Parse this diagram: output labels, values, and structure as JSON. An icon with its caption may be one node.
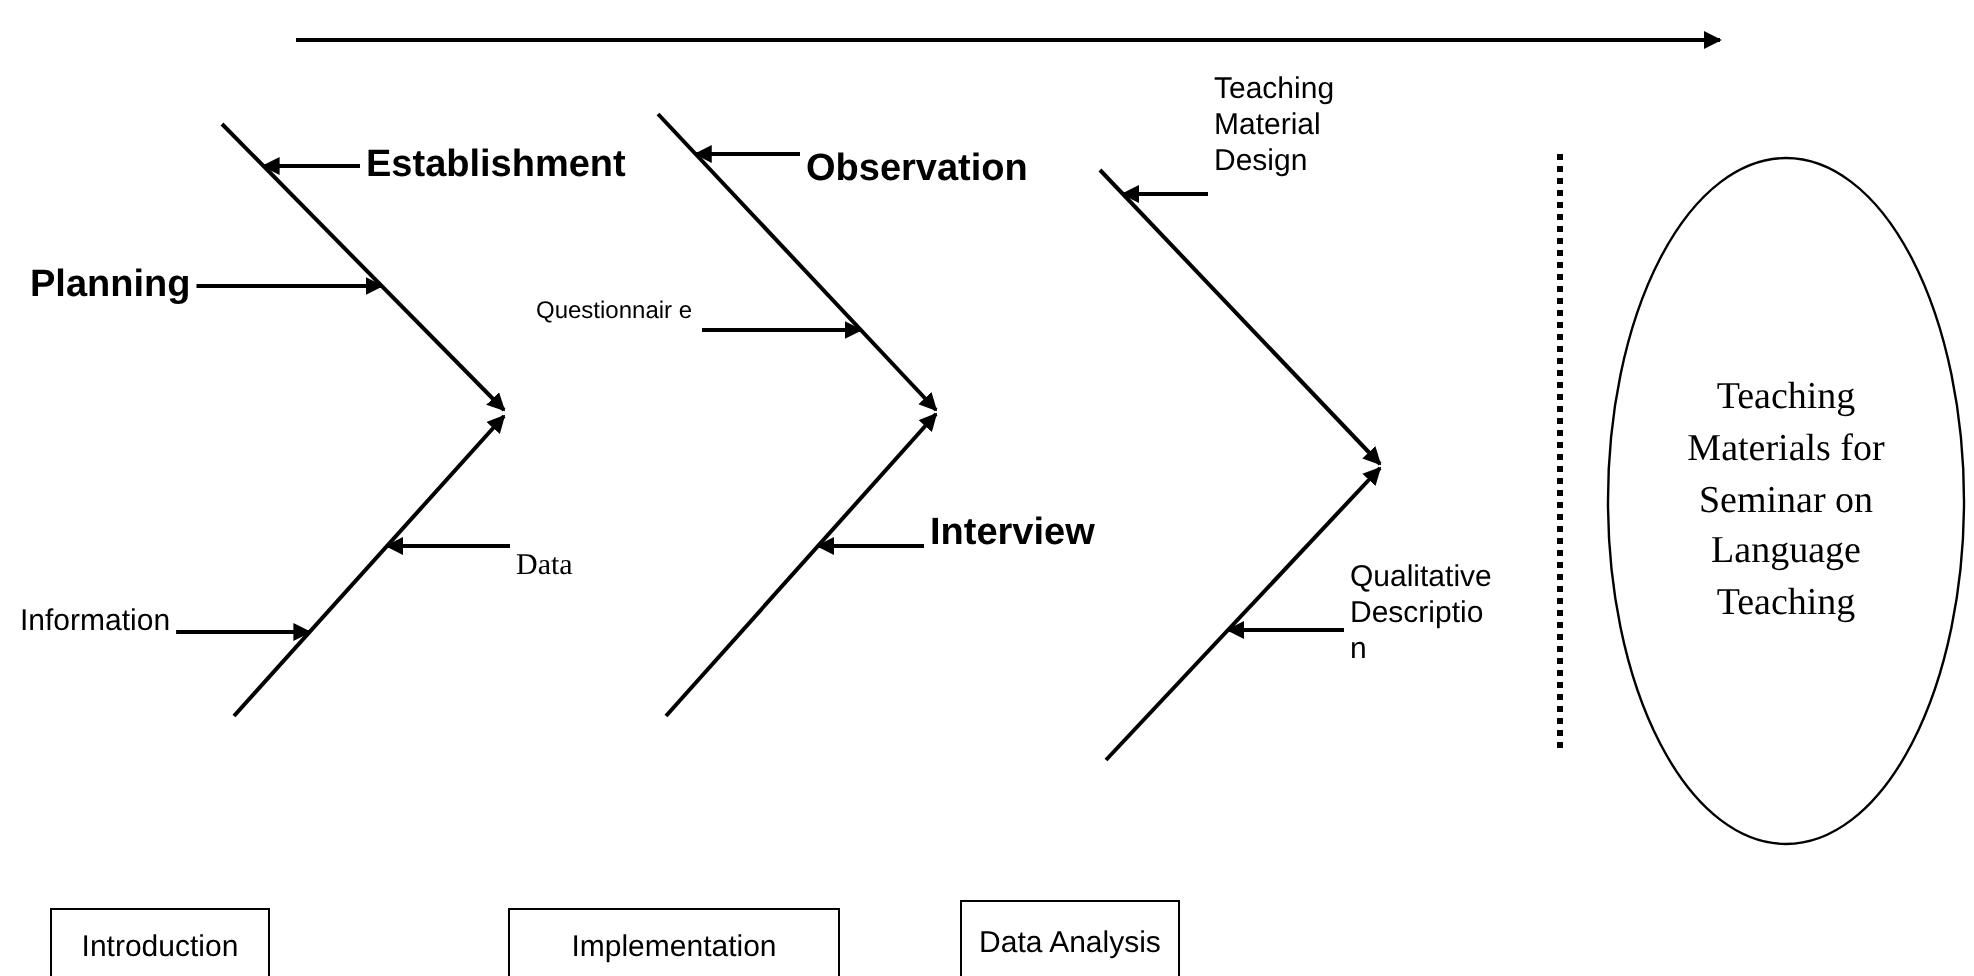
{
  "diagram": {
    "nodes": [
      {
        "text": [
          "Establishment"
        ]
      },
      {
        "text": [
          "Observation"
        ]
      },
      {
        "text": [
          "Teaching Material Design"
        ]
      },
      {
        "text": [
          "Planning"
        ]
      },
      {
        "text": [
          "Questionnair e"
        ]
      },
      {
        "text": [
          "Interview"
        ]
      },
      {
        "text": [
          "Data"
        ]
      },
      {
        "text": [
          "Information"
        ]
      },
      {
        "text": [
          "Qualitative Descriptio n"
        ]
      },
      {
        "text": [
          "Teaching Materials for Seminar on Language Teaching"
        ]
      },
      {
        "text": [
          "Introduction"
        ]
      },
      {
        "text": [
          "Implementation"
        ]
      },
      {
        "text": [
          "Data Analysis"
        ]
      },
      {
        "text": [],
        "shape": "arrow"
      },
      {
        "text": [],
        "shape": "arrow"
      },
      {
        "text": [],
        "shape": "arrow"
      },
      {
        "text": [],
        "shape": "arrow"
      },
      {
        "text": [],
        "shape": "arrow"
      },
      {
        "text": [],
        "shape": "arrow"
      }
    ],
    "edges": [
      {
        "from": 0,
        "to": 13,
        "arrow": "to"
      },
      {
        "from": 3,
        "to": 13,
        "arrow": "to"
      },
      {
        "from": 6,
        "to": 14,
        "arrow": "to"
      },
      {
        "from": 7,
        "to": 14,
        "arrow": "to"
      },
      {
        "from": 1,
        "to": 15,
        "arrow": "to"
      },
      {
        "from": 4,
        "to": 15,
        "arrow": "to"
      },
      {
        "from": 5,
        "to": 16,
        "arrow": "to"
      },
      {
        "from": 2,
        "to": 17,
        "arrow": "to"
      },
      {
        "from": 8,
        "to": 18,
        "arrow": "to"
      }
    ]
  }
}
